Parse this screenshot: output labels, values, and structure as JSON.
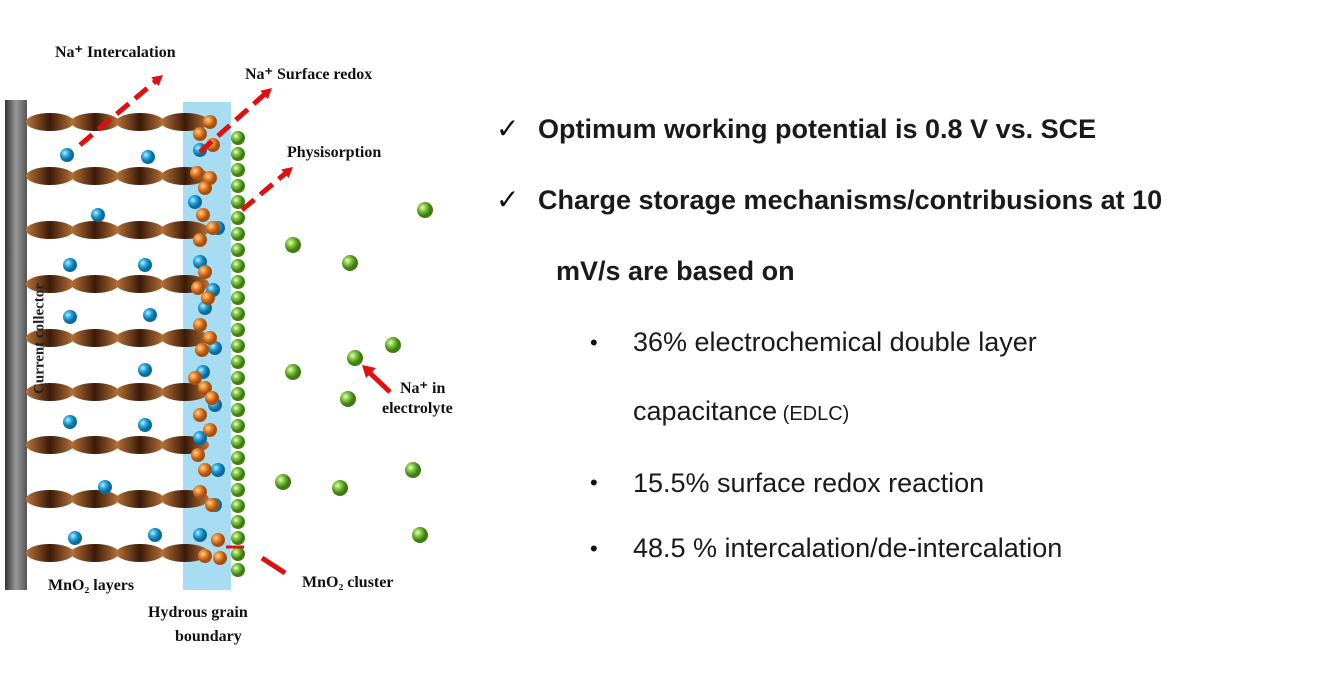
{
  "diagram": {
    "labels": {
      "intercalation": "Na⁺ Intercalation",
      "surface_redox": "Na⁺ Surface redox",
      "physisorption": "Physisorption",
      "na_in": "Na⁺ in",
      "electrolyte": "electrolyte",
      "collector": "Current collector",
      "layers": "MnO₂ layers",
      "cluster": "MnO₂ cluster",
      "grain1": "Hydrous  grain",
      "grain2": "boundary"
    },
    "colors": {
      "arrow": "#e01010",
      "layer": "#8a4a1c",
      "blue_ion": "#2aa8e0",
      "orange": "#e8862a",
      "green": "#7cc23a",
      "band": "#a8dcf2",
      "collector": "#555555"
    }
  },
  "text": {
    "check_icon": "✓",
    "bullet": "•",
    "line1": "Optimum working potential is 0.8 V vs. SCE",
    "line2": "Charge storage mechanisms/contribusions at 10",
    "line3": "mV/s are based on",
    "b1a": "36% electrochemical double layer",
    "b1b": "capacitance",
    "b1c": " (EDLC)",
    "b2": "15.5% surface redox reaction",
    "b3": "48.5 % intercalation/de-intercalation"
  }
}
